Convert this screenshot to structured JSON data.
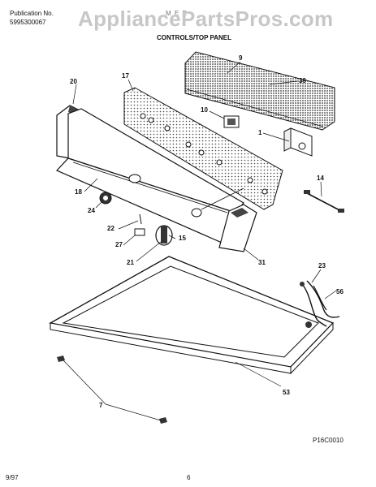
{
  "header": {
    "publication_label": "Publication No.",
    "publication_number": "5995300067",
    "model_partial": "M   E   E",
    "section_title": "CONTROLS/TOP PANEL"
  },
  "watermark": "AppliancePartsPros.com",
  "footer": {
    "figure_ref": "P16C0010",
    "date": "9/97",
    "page": "6"
  },
  "callouts": {
    "c20": "20",
    "c17": "17",
    "c9": "9",
    "c39": "39",
    "c10": "10",
    "c1": "1",
    "c14": "14",
    "c18": "18",
    "c24": "24",
    "c22": "22",
    "c27": "27",
    "c15": "15",
    "c21": "21",
    "c31": "31",
    "c23": "23",
    "c56": "56",
    "c53": "53",
    "c7": "7"
  }
}
